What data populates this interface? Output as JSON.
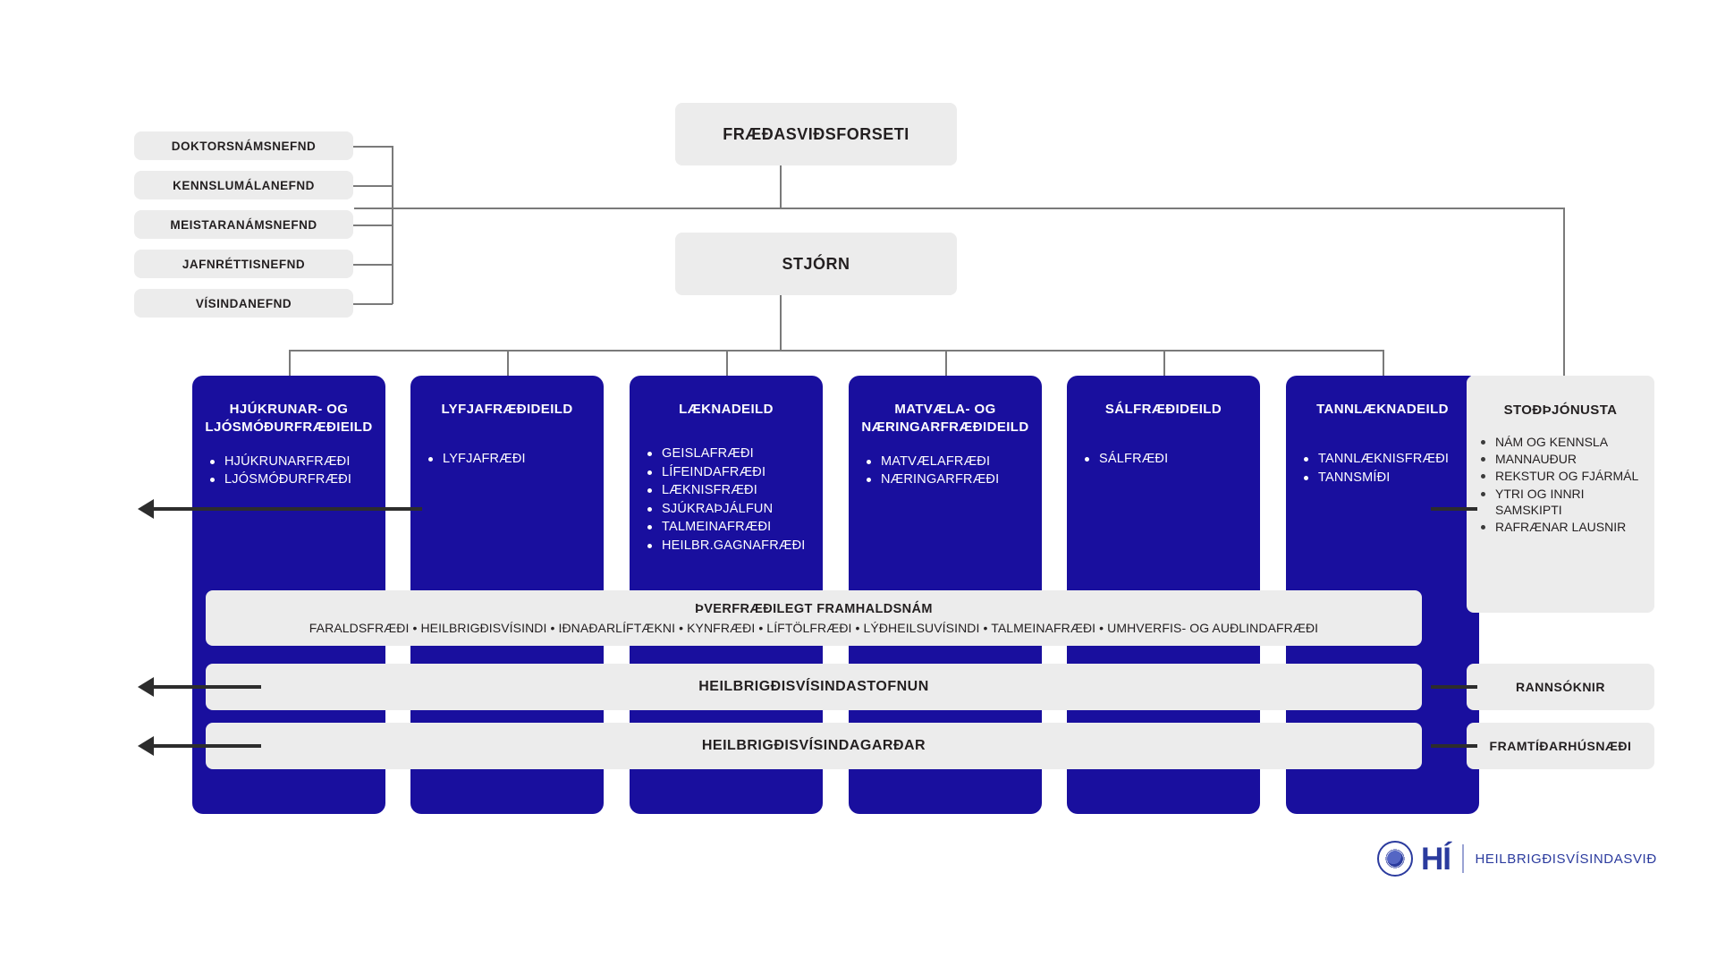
{
  "top": {
    "dean_label": "FRÆÐASVIÐSFORSETI",
    "board_label": "STJÓRN"
  },
  "committees": [
    {
      "label": "DOKTORSNÁMSNEFND"
    },
    {
      "label": "KENNSLUMÁLANEFND"
    },
    {
      "label": "MEISTARANÁMSNEFND"
    },
    {
      "label": "JAFNRÉTTISNEFND"
    },
    {
      "label": "VÍSINDANEFND"
    }
  ],
  "faculties": [
    {
      "title": "HJÚKRUNAR- OG LJÓSMÓÐURFRÆÐIEILD",
      "programs": [
        "HJÚKRUNARFRÆÐI",
        "LJÓSMÓÐURFRÆÐI"
      ]
    },
    {
      "title": "LYFJAFRÆÐIDEILD",
      "programs": [
        "LYFJAFRÆÐI"
      ]
    },
    {
      "title": "LÆKNADEILD",
      "programs": [
        "GEISLAFRÆÐI",
        "LÍFEINDAFRÆÐI",
        "LÆKNISFRÆÐI",
        "SJÚKRAÞJÁLFUN",
        "TALMEINAFRÆÐI",
        "HEILBR.GAGNAFRÆÐI"
      ]
    },
    {
      "title": "MATVÆLA- OG NÆRINGARFRÆÐIDEILD",
      "programs": [
        "MATVÆLAFRÆÐI",
        "NÆRINGARFRÆÐI"
      ]
    },
    {
      "title": "SÁLFRÆÐIDEILD",
      "programs": [
        "SÁLFRÆÐI"
      ]
    },
    {
      "title": "TANNLÆKNADEILD",
      "programs": [
        "TANNLÆKNISFRÆÐI",
        "TANNSMÍÐI"
      ]
    }
  ],
  "support": {
    "title": "STOÐÞJÓNUSTA",
    "items": [
      "NÁM OG KENNSLA",
      "MANNAUÐUR",
      "REKSTUR OG FJÁRMÁL",
      "YTRI OG INNRI SAMSKIPTI",
      "RAFRÆNAR LAUSNIR"
    ]
  },
  "bars": {
    "interdisciplinary_title": "ÞVERFRÆÐILEGT FRAMHALDSNÁM",
    "interdisciplinary_programs": "FARALDSFRÆÐI • HEILBRIGÐISVÍSINDI • IÐNAÐARLÍFTÆKNI • KYNFRÆÐI • LÍFTÖLFRÆÐI • LÝÐHEILSUVÍSINDI • TALMEINAFRÆÐI • UMHVERFIS- OG AUÐLINDAFRÆÐI",
    "institute_label": "HEILBRIGÐISVÍSINDASTOFNUN",
    "gardens_label": "HEILBRIGÐISVÍSINDAGARÐAR"
  },
  "right_tags": {
    "research_label": "RANNSÓKNIR",
    "future_label": "FRAMTÍÐARHÚSNÆÐI"
  },
  "logo": {
    "mark": "HÍ",
    "subtitle": "HEILBRIGÐISVÍSINDASVIÐ"
  },
  "colors": {
    "faculty_blue": "#190F9E",
    "box_grey": "#ececec",
    "text_dark": "#231f20",
    "line_grey": "#7a7a7a",
    "arrow_dark": "#2d2d2d",
    "logo_blue": "#2b3b9e"
  }
}
